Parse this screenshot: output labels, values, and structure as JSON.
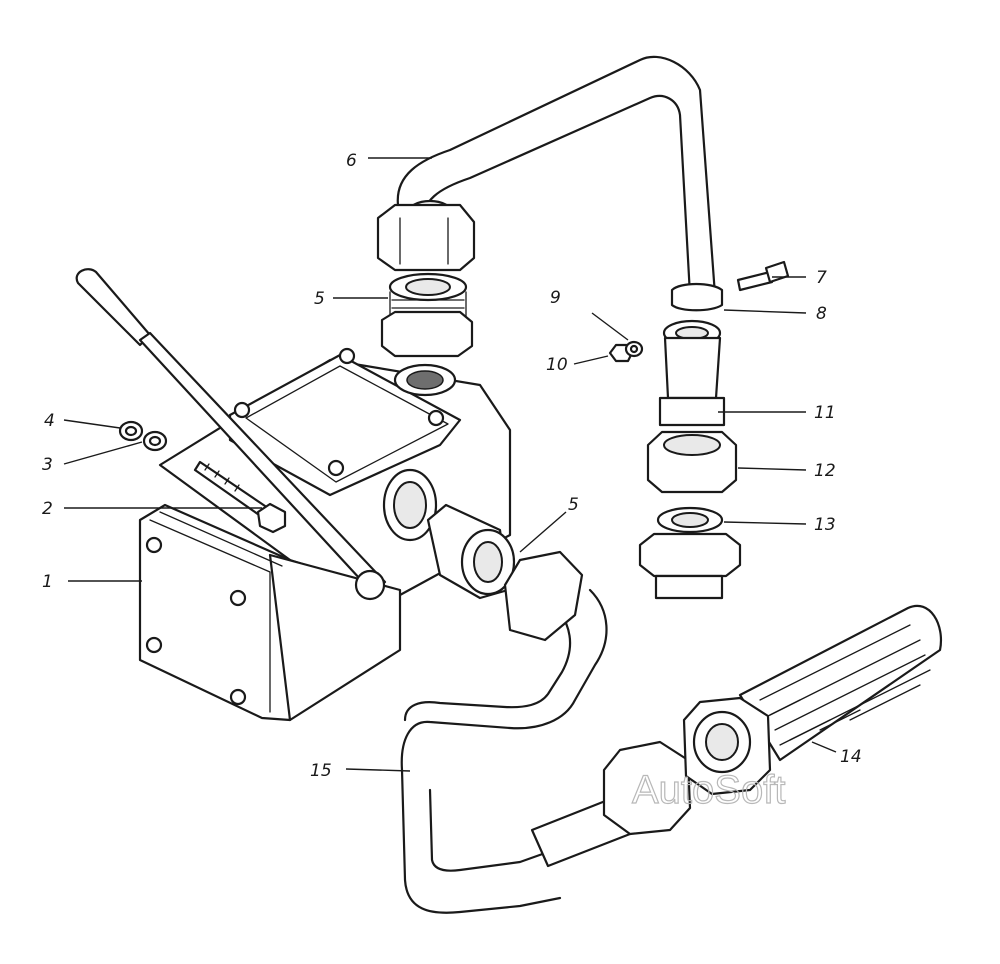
{
  "callouts": [
    {
      "id": "label-1",
      "text": "1"
    },
    {
      "id": "label-2",
      "text": "2"
    },
    {
      "id": "label-3",
      "text": "3"
    },
    {
      "id": "label-4",
      "text": "4"
    },
    {
      "id": "label-5a",
      "text": "5"
    },
    {
      "id": "label-5b",
      "text": "5"
    },
    {
      "id": "label-6",
      "text": "6"
    },
    {
      "id": "label-7",
      "text": "7"
    },
    {
      "id": "label-8",
      "text": "8"
    },
    {
      "id": "label-9",
      "text": "9"
    },
    {
      "id": "label-10",
      "text": "10"
    },
    {
      "id": "label-11",
      "text": "11"
    },
    {
      "id": "label-12",
      "text": "12"
    },
    {
      "id": "label-13",
      "text": "13"
    },
    {
      "id": "label-14",
      "text": "14"
    },
    {
      "id": "label-15",
      "text": "15"
    }
  ],
  "watermark": "AutoSoft"
}
